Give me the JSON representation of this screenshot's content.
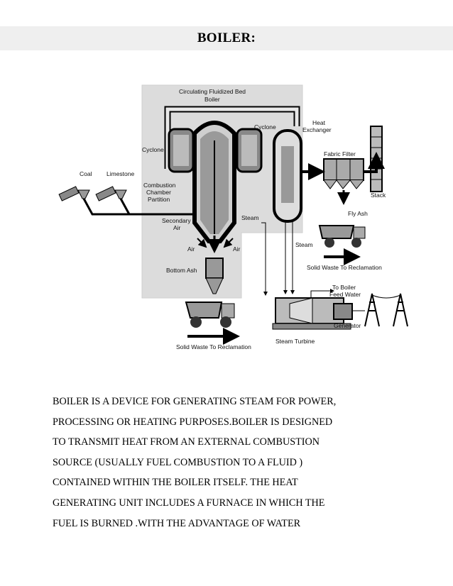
{
  "header": {
    "title": "BOILER:"
  },
  "diagram": {
    "labels": {
      "boiler": "Circulating Fluidized Bed",
      "boiler2": "Boiler",
      "cyclone_left": "Cyclone",
      "cyclone_top": "Cyclone",
      "heat_exchanger": "Heat",
      "heat_exchanger2": "Exchanger",
      "coal": "Coal",
      "limestone": "Limestone",
      "combustion": "Combustion",
      "chamber": "Chamber",
      "partition": "Partition",
      "fabric_filter": "Fabric Filter",
      "stack": "Stack",
      "fly_ash": "Fly Ash",
      "secondary": "Secondary",
      "secondary_air": "Air",
      "steam_1": "Steam",
      "steam_2": "Steam",
      "air_left": "Air",
      "air_right": "Air",
      "bottom_ash": "Bottom Ash",
      "solid_waste_right": "Solid Waste To Reclamation",
      "to_boiler": "To Boiler",
      "feed_water": "Feed Water",
      "generator": "Generator",
      "steam_turbine": "Steam Turbine",
      "solid_waste_bottom": "Solid Waste To Reclamation"
    }
  },
  "body": {
    "lines": [
      "BOILER IS A DEVICE FOR GENERATING  STEAM FOR POWER,",
      "PROCESSING  OR HEATING PURPOSES.BOILER  IS DESIGNED",
      "TO TRANSMIT  HEAT FROM AN EXTERNAL  COMBUSTION",
      "SOURCE  (USUALLY  FUEL COMBUSTION  TO A FLUID )",
      "CONTAINED  WITHIN  THE BOILER ITSELF.  THE HEAT",
      "GENERATING  UNIT INCLUDES  A FURNACE IN WHICH THE",
      "FUEL IS BURNED .WITH  THE ADVANTAGE  OF WATER"
    ]
  }
}
